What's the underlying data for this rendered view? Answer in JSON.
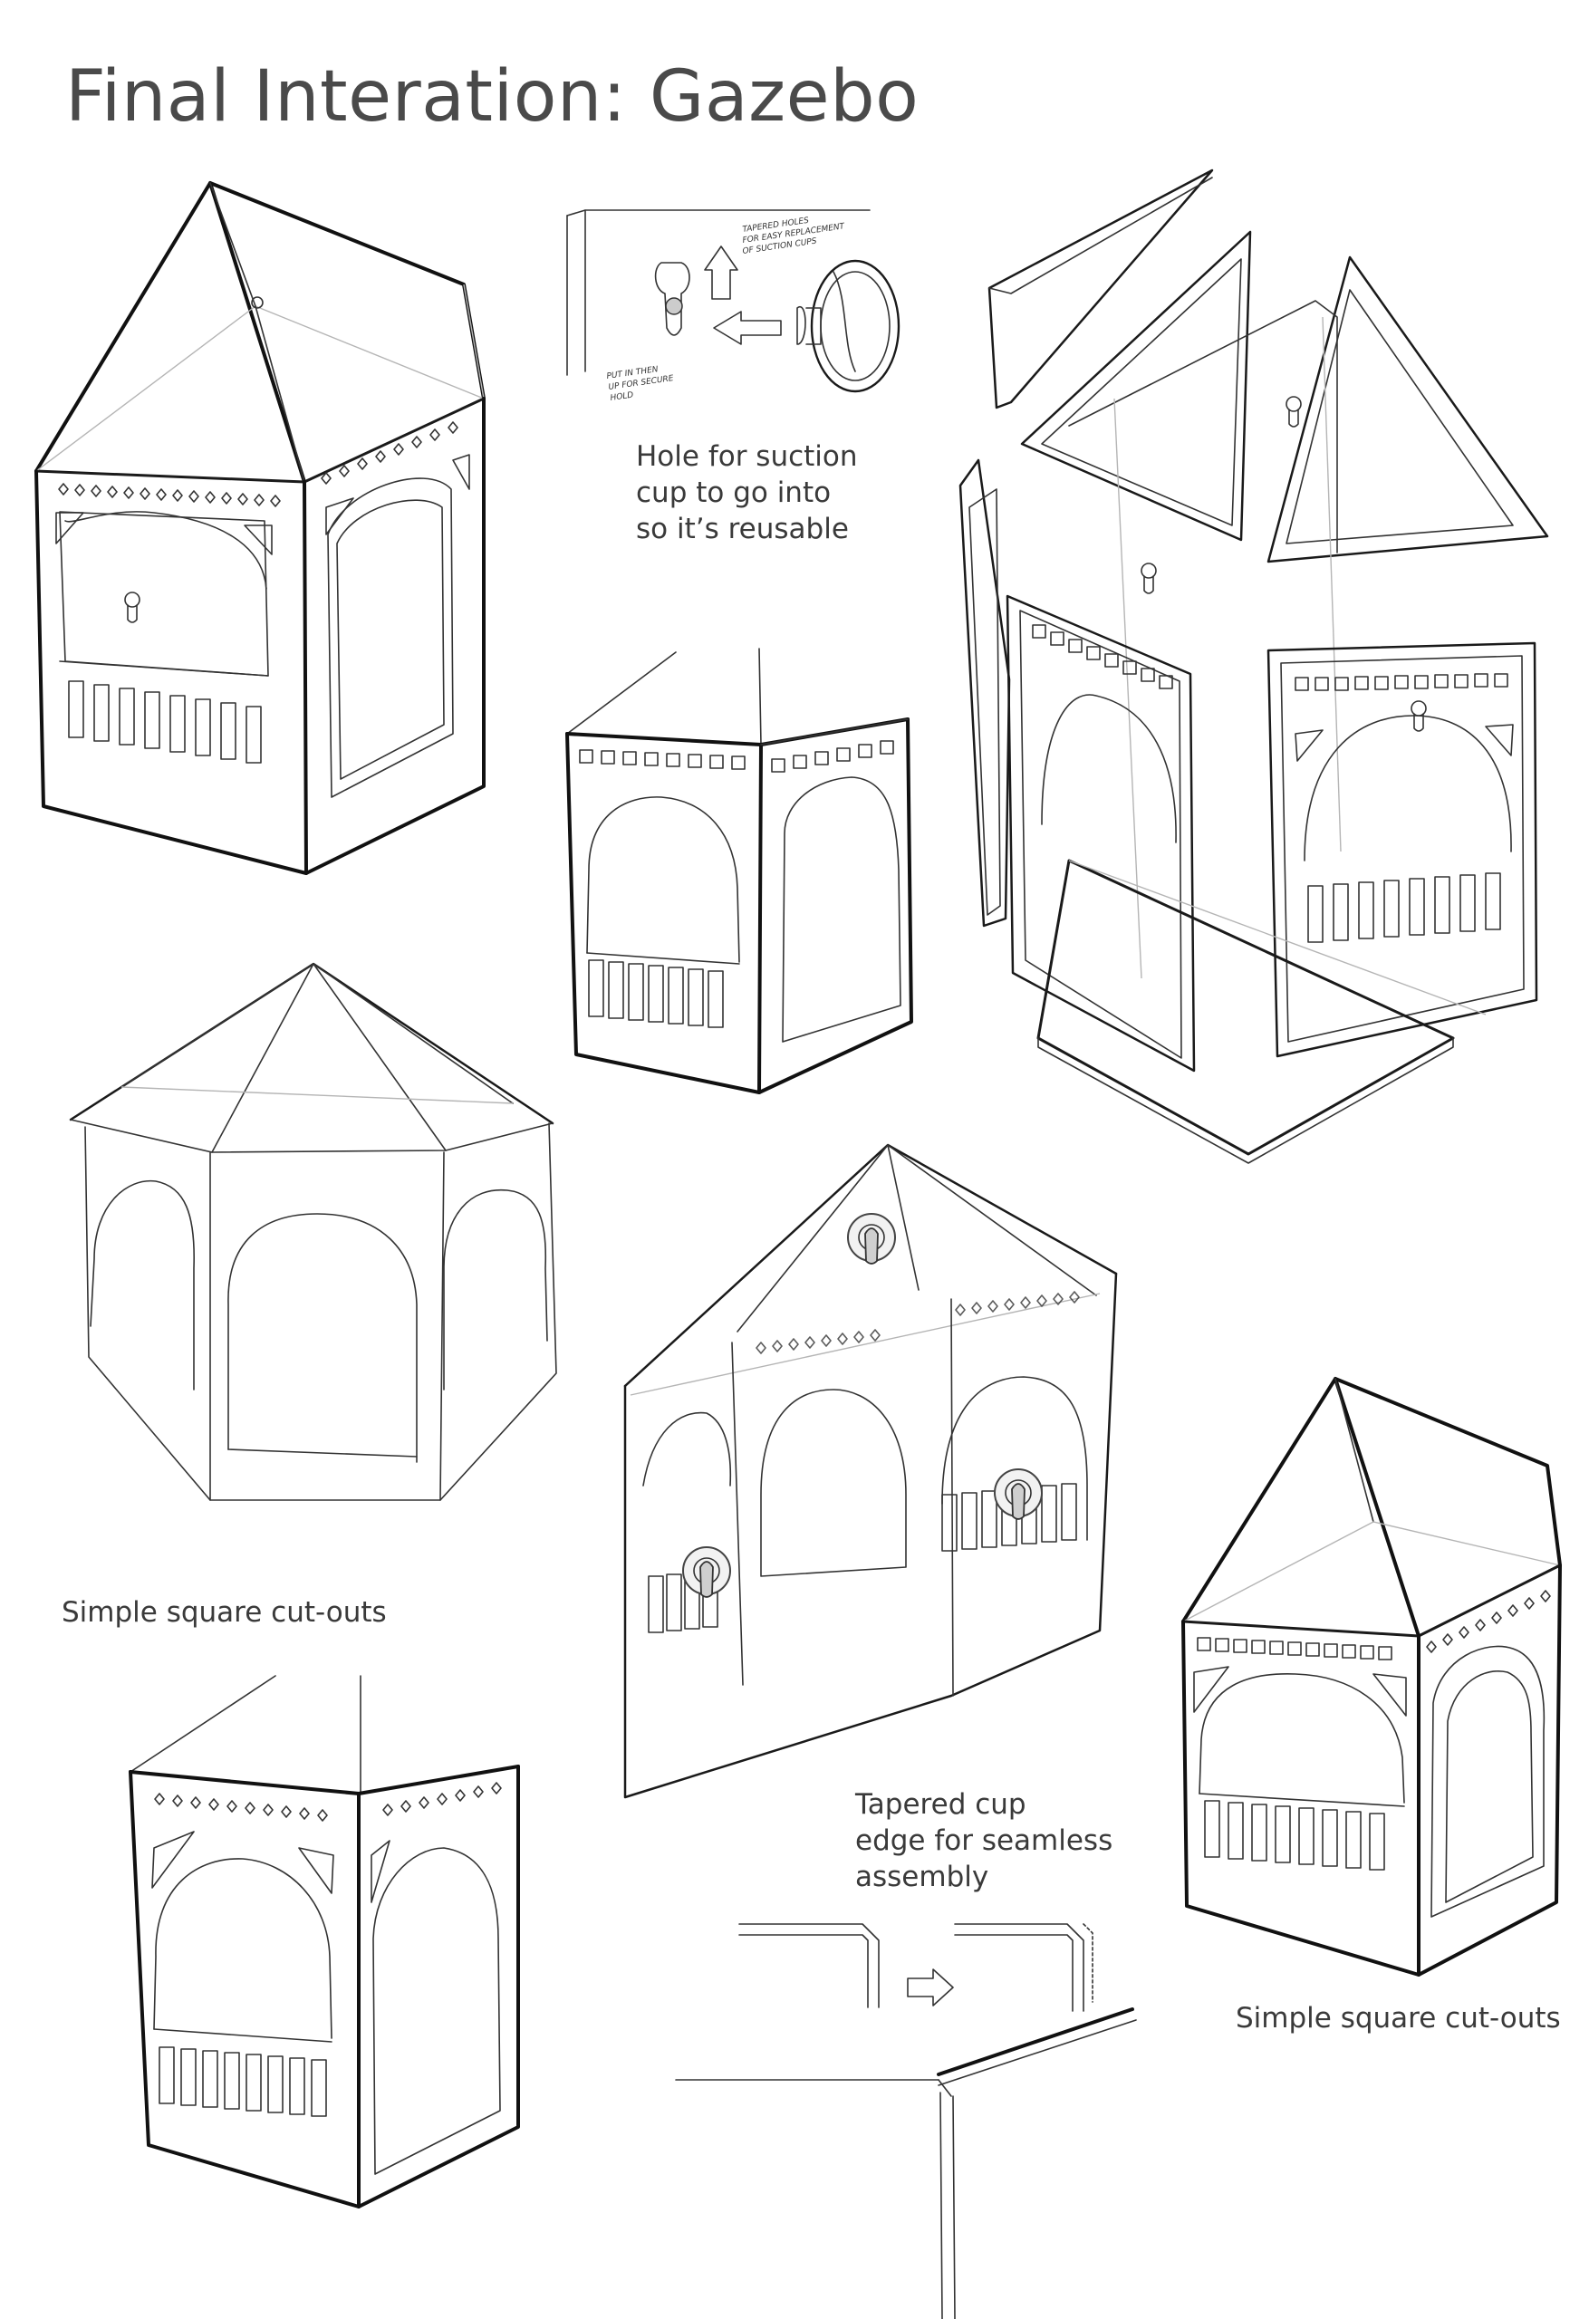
{
  "page": {
    "title": "Final Interation: Gazebo"
  },
  "notes": {
    "suction_hole": [
      "Hole for suction",
      "cup to go into",
      "so it’s reusable"
    ],
    "square_cutouts_left": "Simple square cut-outs",
    "square_cutouts_right": "Simple square cut-outs",
    "tapered_edge": [
      "Tapered cup",
      "edge for seamless",
      "assembly"
    ]
  },
  "detail_labels": {
    "tapered_holes": [
      "TAPERED HOLES",
      "FOR EASY REPLACEMENT",
      "OF SUCTION CUPS"
    ],
    "put_in_then_up": [
      "PUT IN THEN",
      "UP FOR SECURE",
      "HOLD"
    ]
  },
  "sketches": [
    "gazebo-square-top-left",
    "suction-cup-detail",
    "exploded-gazebo",
    "square-cutout-gazebo-middle",
    "hexagonal-gazebo",
    "corner-assembly-with-suction-cups",
    "gazebo-square-bottom-left",
    "tapered-edge-detail",
    "gazebo-square-right"
  ]
}
